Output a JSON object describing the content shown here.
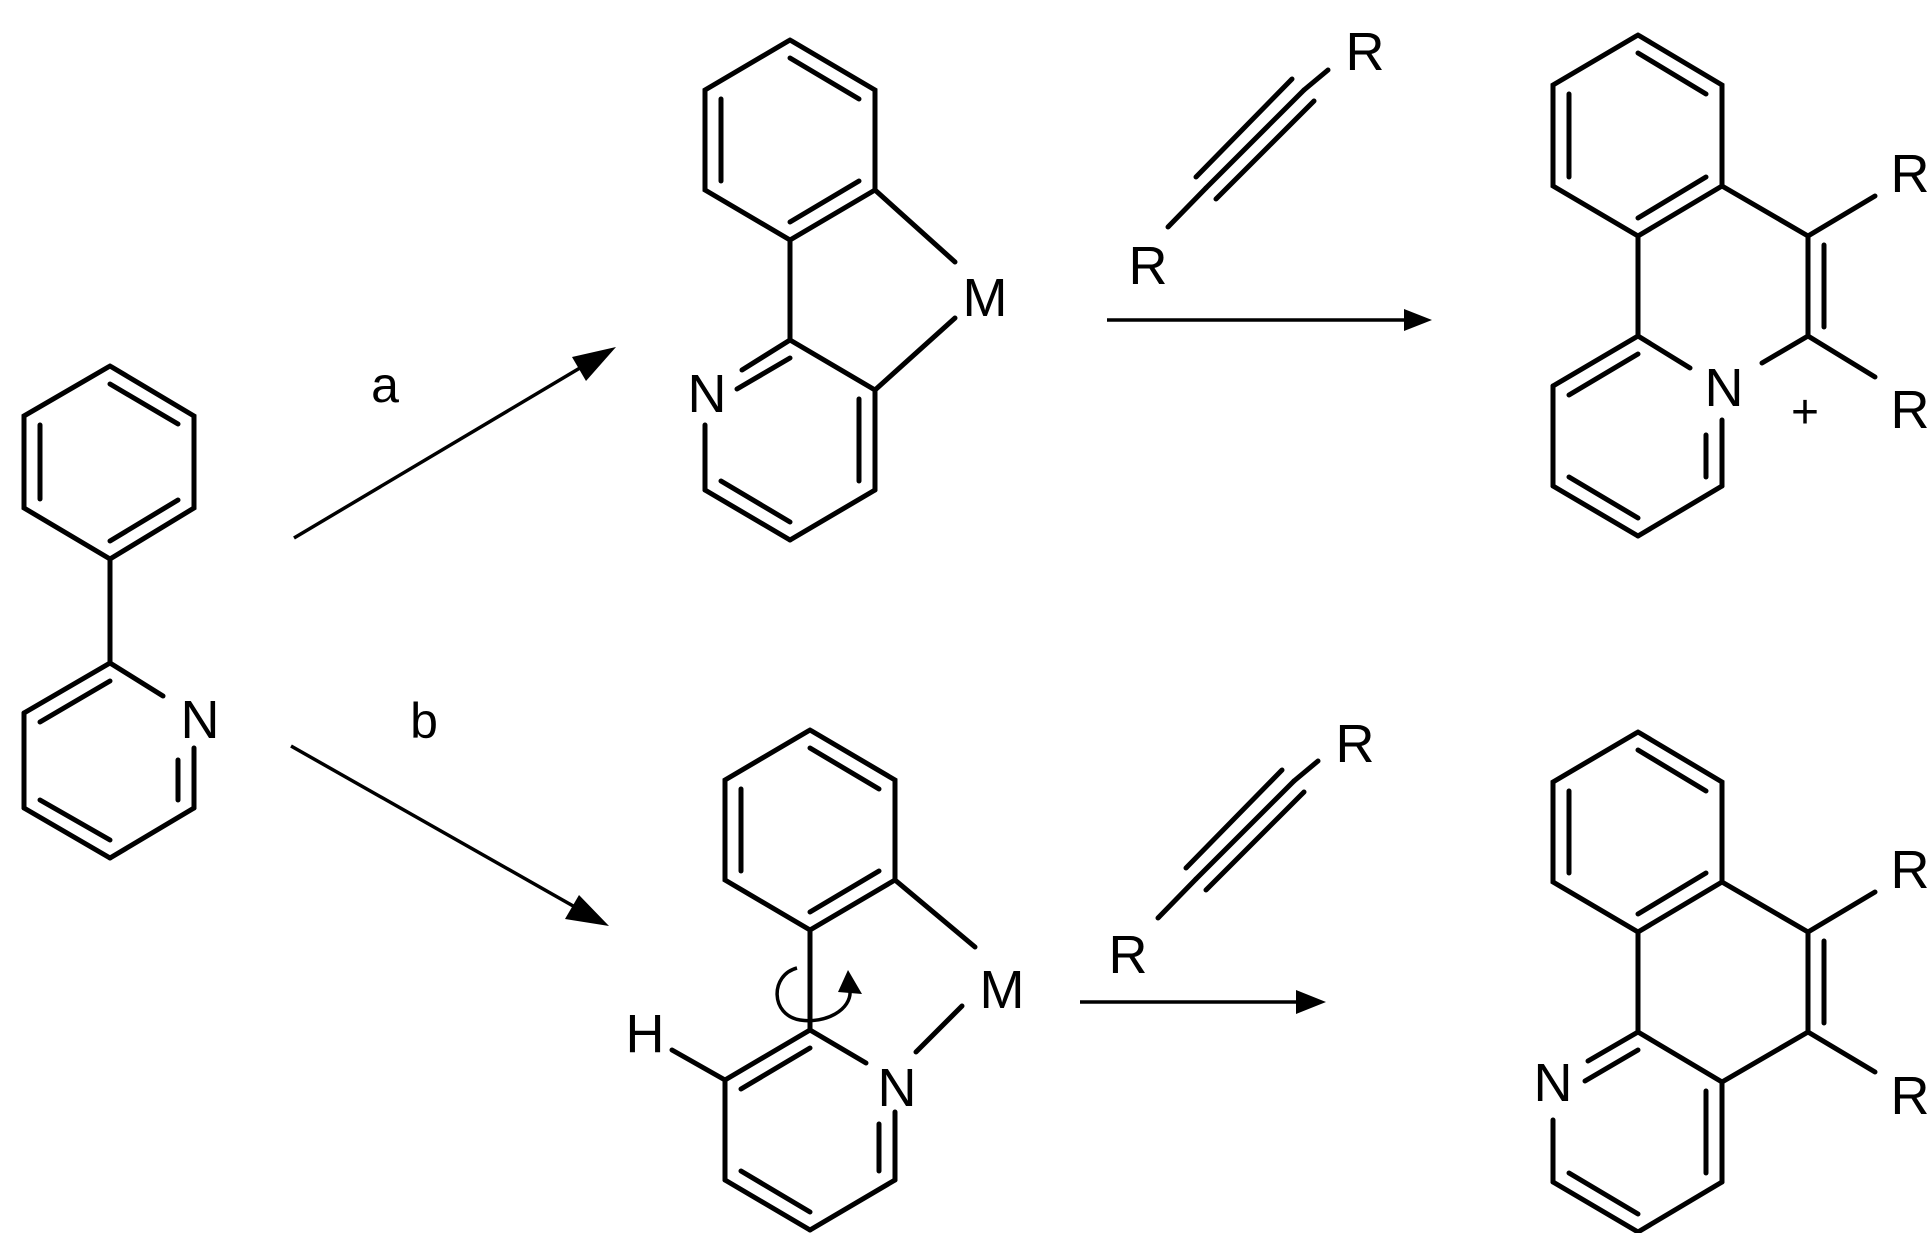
{
  "labels": {
    "path_a": "a",
    "path_b": "b",
    "nitrogen": "N",
    "metal": "M",
    "substituent": "R",
    "hydrogen": "H",
    "positive_charge": "+"
  }
}
